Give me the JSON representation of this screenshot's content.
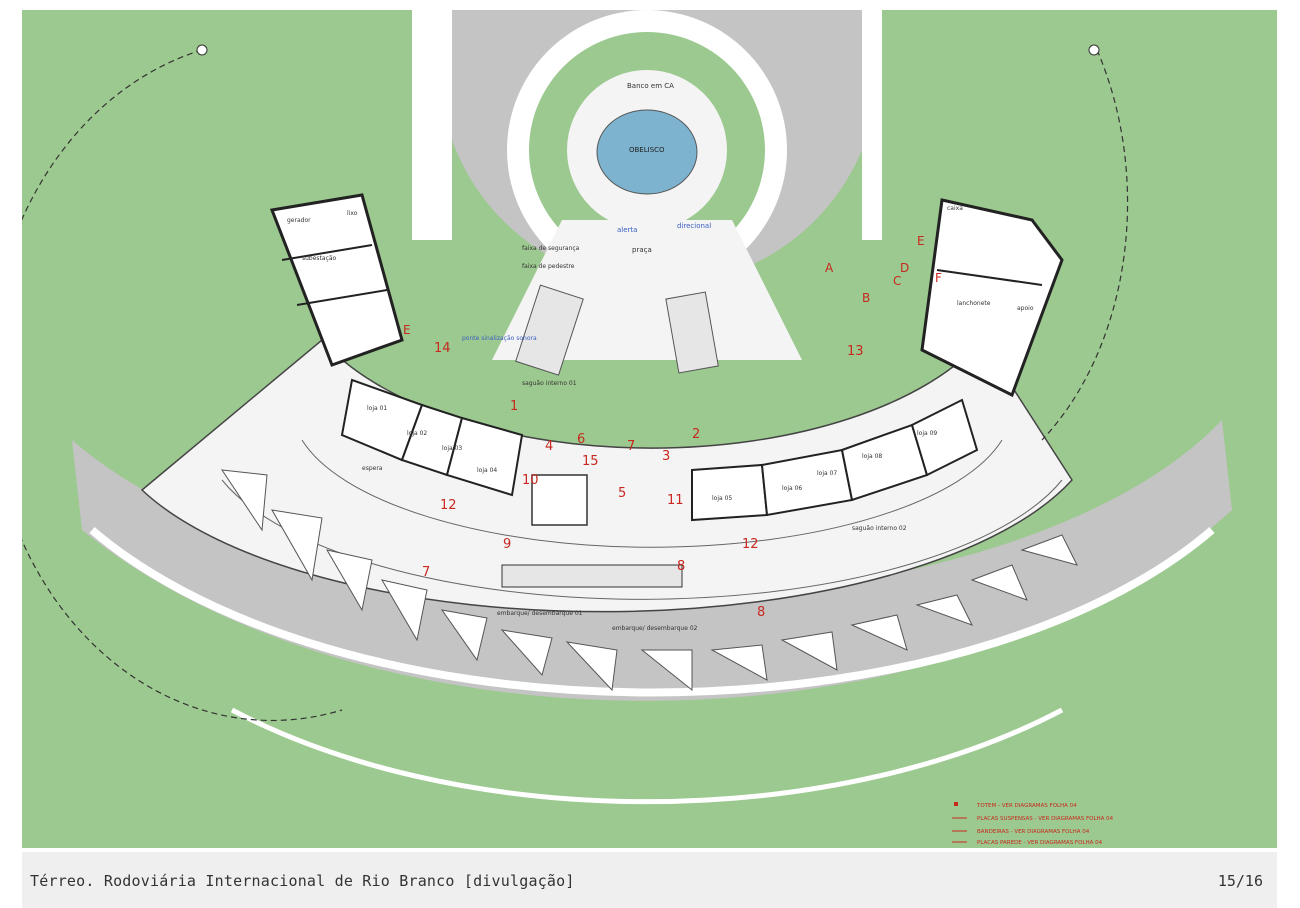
{
  "caption": {
    "title": "Térreo. Rodoviária Internacional de Rio Branco [divulgação]",
    "page": "15/16"
  },
  "plan": {
    "top_labels": {
      "banco": "Banco em CA",
      "obelisco": "OBELISCO",
      "praca": "praça",
      "alerta": "alerta",
      "direcional": "direcional",
      "faixa_seguranca": "faixa de segurança",
      "faixa_pedestre": "faixa de pedestre"
    },
    "left_building": {
      "gerador": "gerador",
      "subestacao": "subestação",
      "lixo": "lixo"
    },
    "right_building": {
      "caixa": "caixa",
      "lanchonete": "lanchonete",
      "apoio": "apoio"
    },
    "shops_left": [
      "loja 01",
      "loja 02",
      "loja 03",
      "loja 04"
    ],
    "shops_right": [
      "loja 05",
      "loja 06",
      "loja 07",
      "loja 08",
      "loja 09"
    ],
    "middle_labels": {
      "rampa": "ponte sinalização sonora",
      "saguao_1": "saguão interno 01",
      "saguao_2": "saguão interno 02",
      "embarque_1": "embarque/ desembarque 01",
      "embarque_2": "embarque/ desembarque 02",
      "espera": "espera"
    },
    "red_numbers": [
      "14",
      "1",
      "4",
      "6",
      "7",
      "2",
      "3",
      "13",
      "15",
      "10",
      "5",
      "12",
      "11",
      "9",
      "12",
      "8",
      "7",
      "8"
    ],
    "red_letters": [
      "A",
      "B",
      "C",
      "D",
      "E",
      "F",
      "E"
    ],
    "legend": [
      "TOTEM - VER DIAGRAMAS FOLHA 04",
      "PLACAS SUSPENSAS - VER DIAGRAMAS FOLHA 04",
      "BANDEIRAS - VER DIAGRAMAS FOLHA 04",
      "PLACAS PAREDE - VER DIAGRAMAS FOLHA 04"
    ],
    "colors": {
      "grass": "#9cc98f",
      "road": "#c4c4c4",
      "floor": "#f4f4f4",
      "water": "#7db3cf",
      "signage": "#c8281f"
    }
  }
}
